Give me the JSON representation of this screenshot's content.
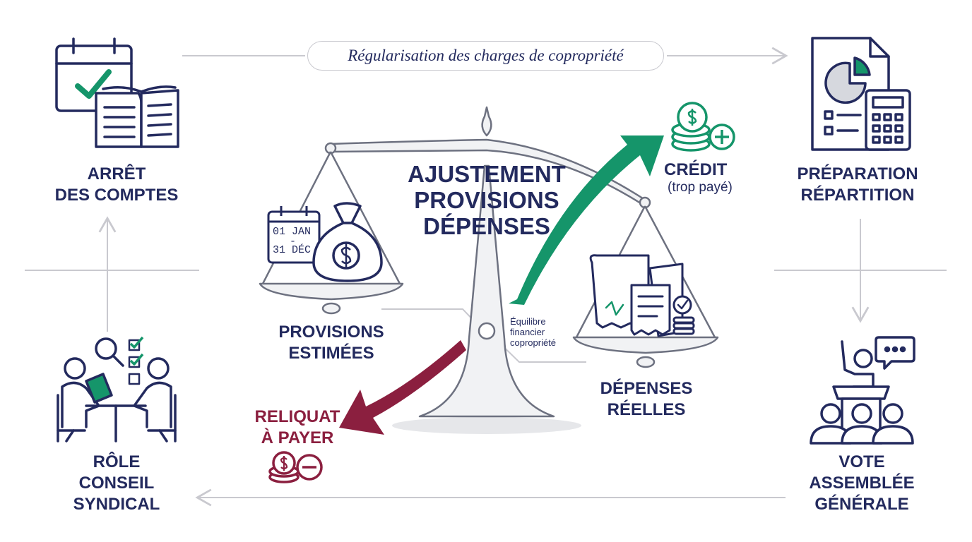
{
  "title": "Régularisation des charges de copropriété",
  "center": {
    "line1": "AJUSTEMENT",
    "line2": "PROVISIONS",
    "line3": "DÉPENSES"
  },
  "steps": {
    "arret": {
      "line1": "ARRÊT",
      "line2": "DES COMPTES"
    },
    "preparation": {
      "line1": "PRÉPARATION",
      "line2": "RÉPARTITION"
    },
    "vote": {
      "line1": "VOTE",
      "line2": "ASSEMBLÉE",
      "line3": "GÉNÉRALE"
    },
    "role": {
      "line1": "RÔLE",
      "line2": "CONSEIL",
      "line3": "SYNDICAL"
    }
  },
  "scale": {
    "left": {
      "line1": "PROVISIONS",
      "line2": "ESTIMÉES",
      "date_start": "01 JAN",
      "date_sep": "-",
      "date_end": "31 DÉC"
    },
    "right": {
      "line1": "DÉPENSES",
      "line2": "RÉELLES"
    },
    "note": {
      "line1": "Équilibre",
      "line2": "financier",
      "line3": "copropriété"
    }
  },
  "outcomes": {
    "credit": {
      "label": "CRÉDIT",
      "sub": "(trop payé)"
    },
    "reliquat": {
      "line1": "RELIQUAT",
      "line2": "À PAYER"
    }
  },
  "colors": {
    "navy": "#232a5e",
    "green": "#15956a",
    "burgundy": "#8b1f3f",
    "grey": "#c9c9cf",
    "steel": "#6d7180"
  },
  "icons": [
    "calendar-check-icon",
    "open-book-icon",
    "report-chart-icon",
    "calculator-icon",
    "voting-assembly-icon",
    "speech-bubble-icon",
    "meeting-table-icon",
    "magnifier-icon",
    "checklist-icon",
    "balance-scale-icon",
    "money-bag-icon",
    "receipts-icon",
    "coins-plus-icon",
    "coins-minus-icon"
  ]
}
